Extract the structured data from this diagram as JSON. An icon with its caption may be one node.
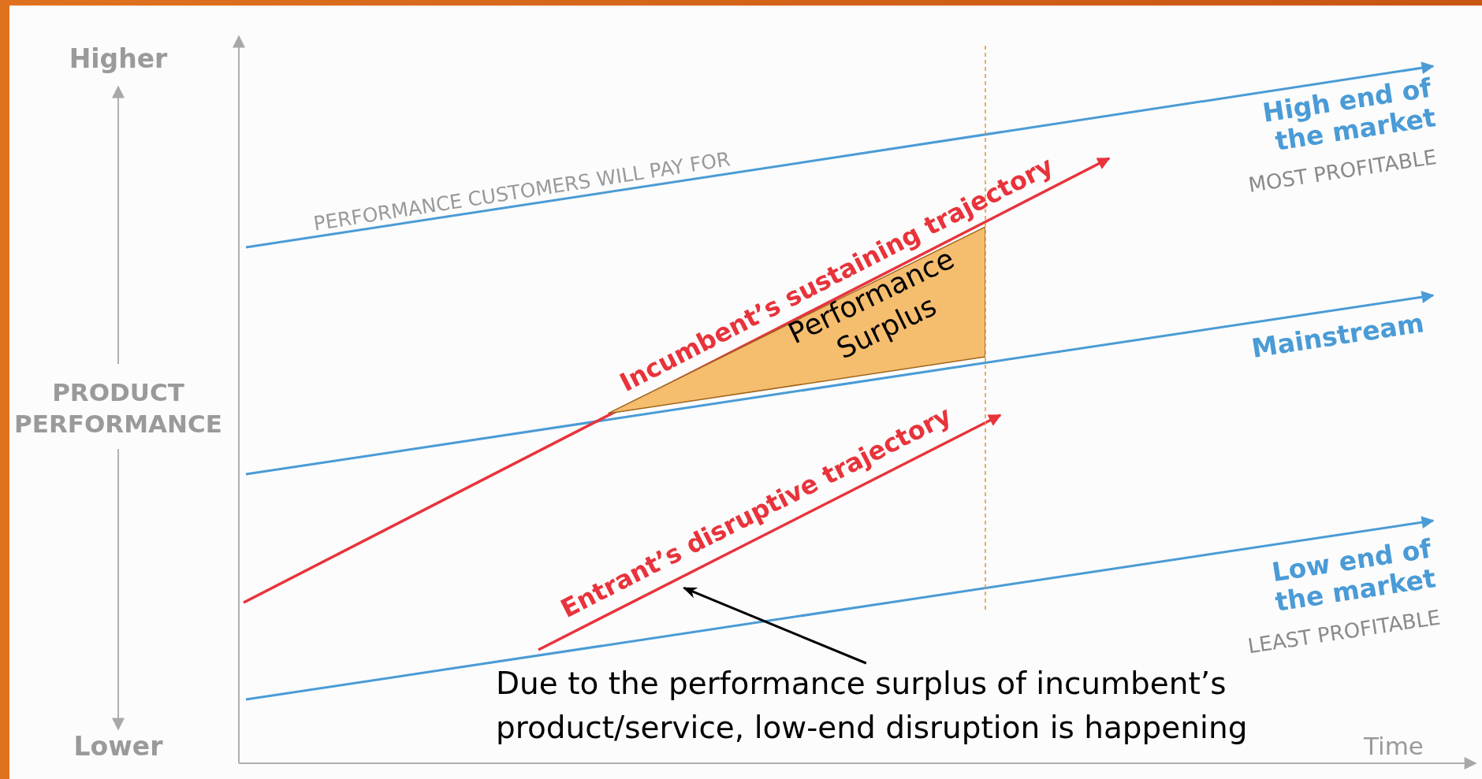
{
  "diagram": {
    "nodes": [
      {
        "text": [
          "Performance Surplus"
        ]
      },
      {
        "text": [
          "Entrant’s disruptive trajectory"
        ]
      },
      {
        "text": [
          "Due to the performance surplus of incumbent’s product/service, low-end disruption is happening"
        ]
      }
    ],
    "edges": [
      {
        "from": 2,
        "to": 1,
        "arrow": "to"
      }
    ],
    "labels": [
      "Higher",
      "PRODUCT PERFORMANCE",
      "Lower",
      "PERFORMANCE CUSTOMERS WILL PAY FOR",
      "Incumbent’s sustaining trajectory",
      "High end of the market",
      "MOST PROFITABLE",
      "Mainstream",
      "Low end of the market",
      "LEAST PROFITABLE",
      "Time"
    ]
  }
}
